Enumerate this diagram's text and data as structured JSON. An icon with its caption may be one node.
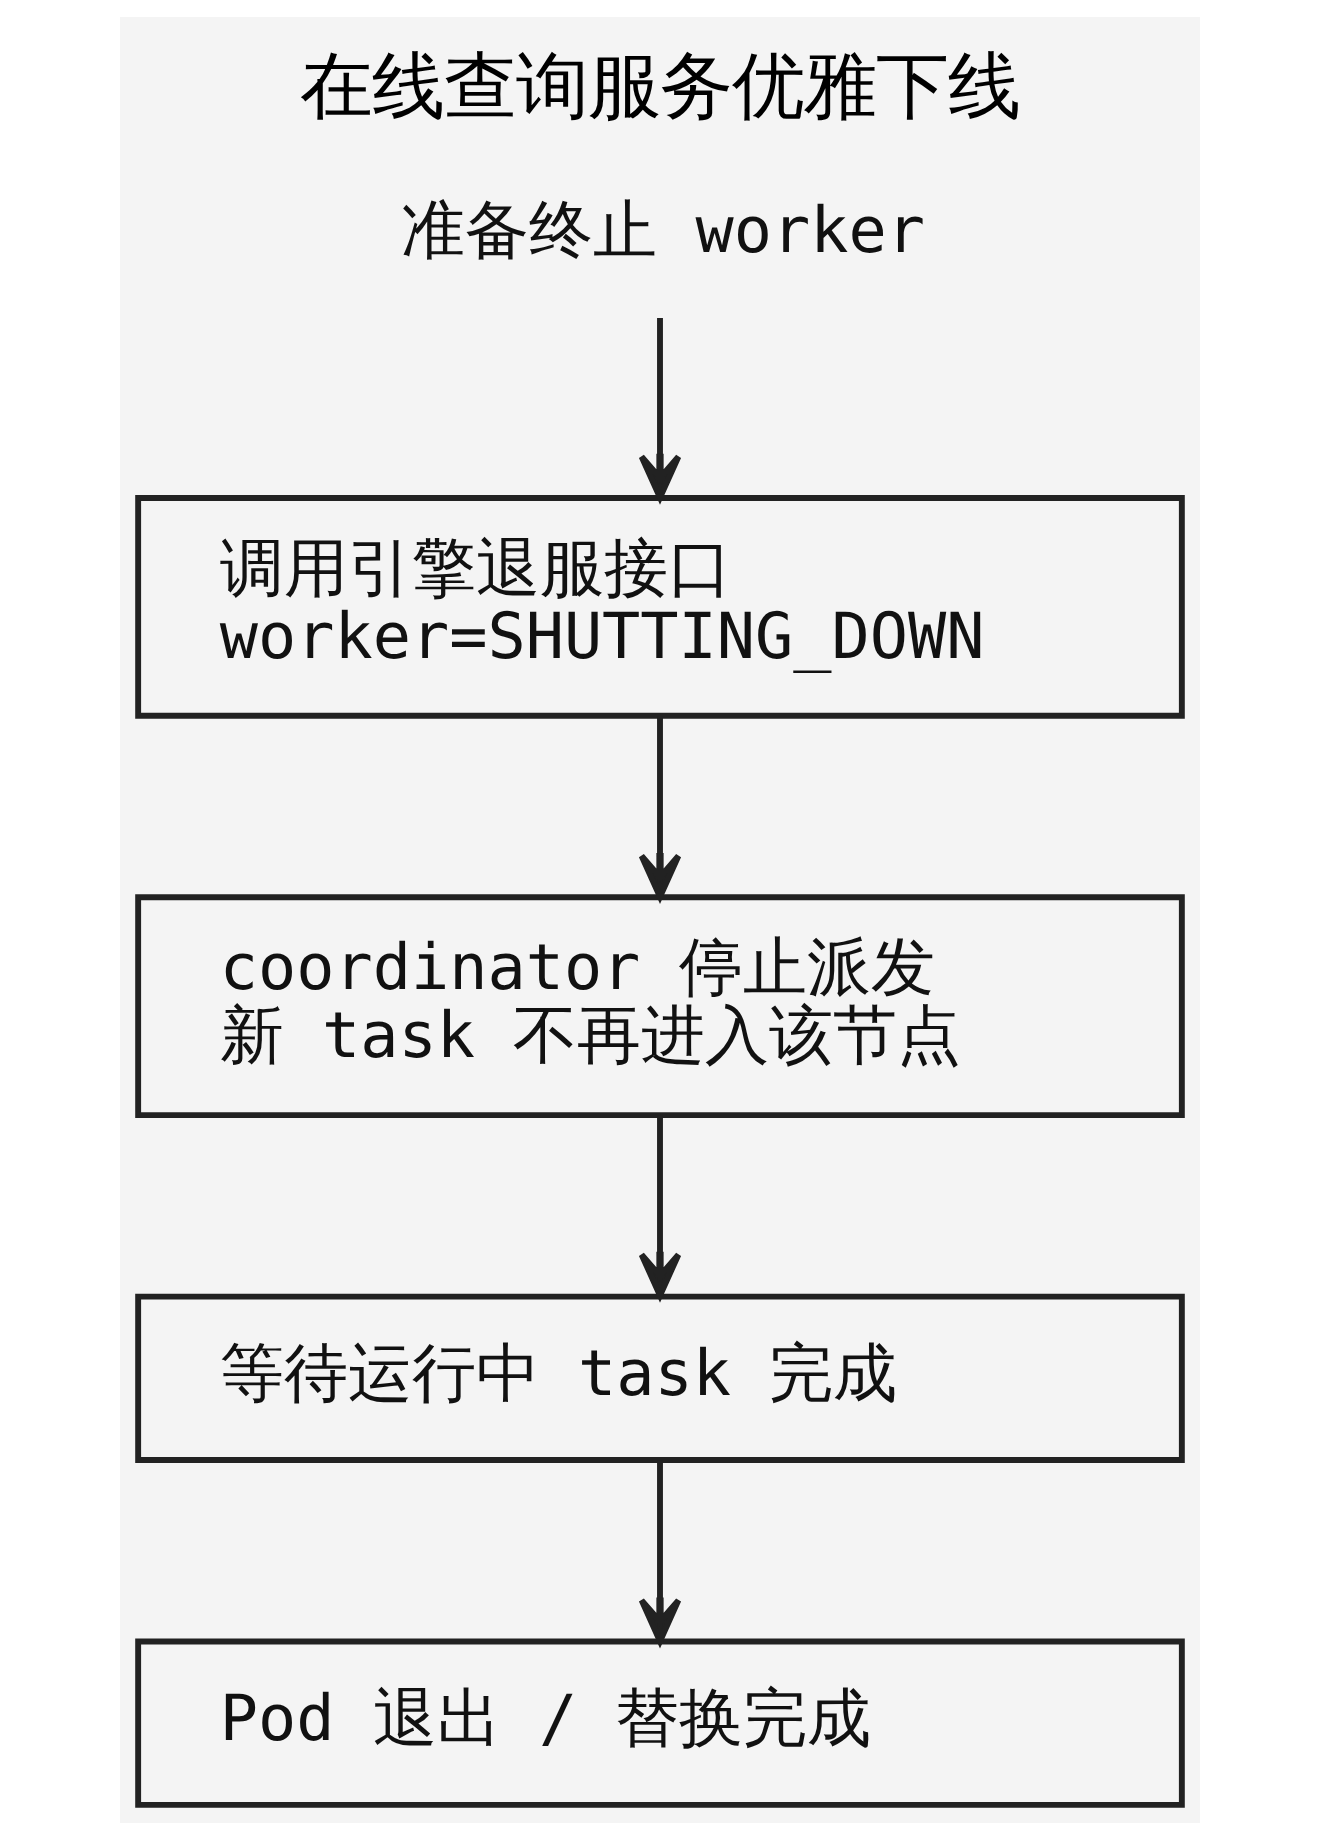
{
  "diagram": {
    "title": "在线查询服务优雅下线",
    "nodes": [
      {
        "text": [
          "准备终止 worker"
        ]
      },
      {
        "text": [
          "调用引擎退服接口",
          "worker=SHUTTING_DOWN"
        ]
      },
      {
        "text": [
          "coordinator 停止派发",
          "新 task 不再进入该节点"
        ]
      },
      {
        "text": [
          "等待运行中 task 完成"
        ]
      },
      {
        "text": [
          "Pod 退出 / 替换完成"
        ]
      }
    ],
    "edges": [
      {
        "from": 0,
        "to": 1,
        "arrow": "to"
      },
      {
        "from": 1,
        "to": 2,
        "arrow": "to"
      },
      {
        "from": 2,
        "to": 3,
        "arrow": "to"
      },
      {
        "from": 3,
        "to": 4,
        "arrow": "to"
      }
    ]
  }
}
